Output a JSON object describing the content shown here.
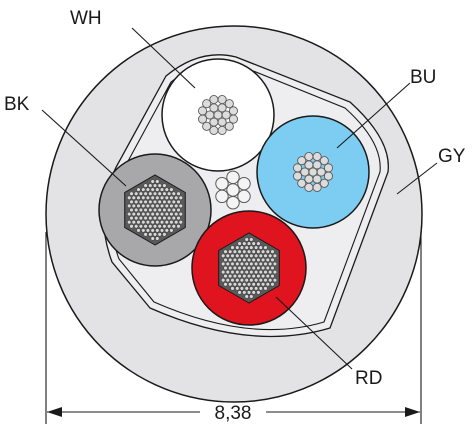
{
  "labels": {
    "wh": "WH",
    "bu": "BU",
    "bk": "BK",
    "gy": "GY",
    "rd": "RD"
  },
  "dimension": {
    "value": "8,38"
  },
  "colors": {
    "sheath": "#e3e3e5",
    "inner_filler": "#eeeef0",
    "white_core": "#ffffff",
    "blue_core": "#7dcdf2",
    "black_core": "#a8a8aa",
    "red_core": "#e0141e",
    "strand_fill": "#dcdcdc",
    "strand_stroke": "#5a5a5a",
    "outline": "#1a1a1a"
  }
}
